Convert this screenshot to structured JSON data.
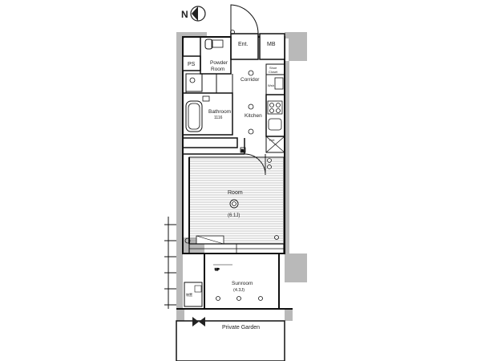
{
  "compass": {
    "north_label": "N"
  },
  "rooms": {
    "entrance": "Ent.",
    "mb": "MB",
    "ps": "PS",
    "powder_room": [
      "Powder",
      "Room"
    ],
    "corridor": "Corridor",
    "shoe_closet": [
      "Shoe",
      "Closet"
    ],
    "wm": "Wsh",
    "bathroom": [
      "Bathroom",
      "1116"
    ],
    "kitchen": "Kitchen",
    "ref": "Ref.",
    "room": "Room",
    "room_size": "(6.1J)",
    "up": "UP",
    "sunroom": "Sunroom",
    "sunroom_size": "(4.3J)",
    "storage": "物置",
    "private_garden": "Private Garden",
    "door_marker": "R"
  }
}
